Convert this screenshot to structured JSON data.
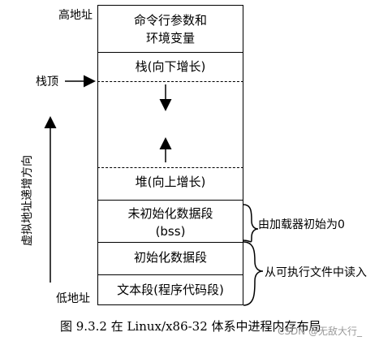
{
  "labels": {
    "high_addr": "高地址",
    "low_addr": "低地址",
    "stack_top": "栈顶",
    "axis_label": "虚拟地址递增方向"
  },
  "segments": {
    "args_env_line1": "命令行参数和",
    "args_env_line2": "环境变量",
    "stack": "栈(向下增长)",
    "heap": "堆(向上增长)",
    "bss_line1": "未初始化数据段",
    "bss_line2": "(bss)",
    "data": "初始化数据段",
    "text": "文本段(程序代码段)"
  },
  "annotations": {
    "bss_init": "由加载器初始为0",
    "file_read": "从可执行文件中读入"
  },
  "caption": "图 9.3.2 在 Linux/x86-32 体系中进程内存布局",
  "watermark": "CSDN @无敌大行_"
}
